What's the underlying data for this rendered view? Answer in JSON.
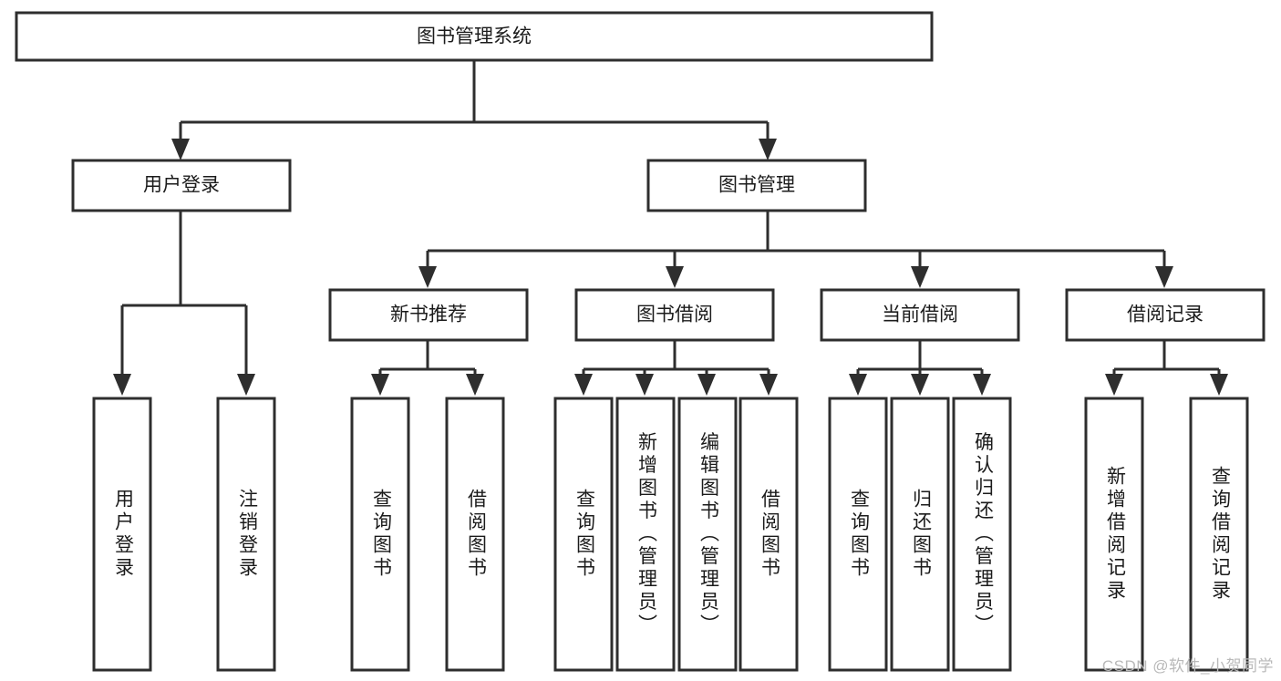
{
  "diagram": {
    "title": "图书管理系统",
    "type": "tree",
    "orientation": "top-down",
    "colors": {
      "background": "#ffffff",
      "box_fill": "#ffffff",
      "box_stroke": "#2e2e2e",
      "connector": "#2e2e2e",
      "text": "#1b1b1b",
      "watermark": "#b9b9b9"
    },
    "root": {
      "label": "图书管理系统"
    },
    "level2": [
      {
        "label": "用户登录"
      },
      {
        "label": "图书管理"
      }
    ],
    "level3": [
      {
        "label": "新书推荐"
      },
      {
        "label": "图书借阅"
      },
      {
        "label": "当前借阅"
      },
      {
        "label": "借阅记录"
      }
    ],
    "leaves": {
      "user_login": [
        {
          "label": "用户登录"
        },
        {
          "label": "注销登录"
        }
      ],
      "new_book_recommend": [
        {
          "label": "查询图书"
        },
        {
          "label": "借阅图书"
        }
      ],
      "book_borrow": [
        {
          "label": "查询图书"
        },
        {
          "label": "新增图书（管理员）"
        },
        {
          "label": "编辑图书（管理员）"
        },
        {
          "label": "借阅图书"
        }
      ],
      "current_borrow": [
        {
          "label": "查询图书"
        },
        {
          "label": "归还图书"
        },
        {
          "label": "确认归还（管理员）"
        }
      ],
      "borrow_record": [
        {
          "label": "新增借阅记录"
        },
        {
          "label": "查询借阅记录"
        }
      ]
    }
  },
  "watermark": {
    "text": "CSDN @软件_小贺同学"
  }
}
